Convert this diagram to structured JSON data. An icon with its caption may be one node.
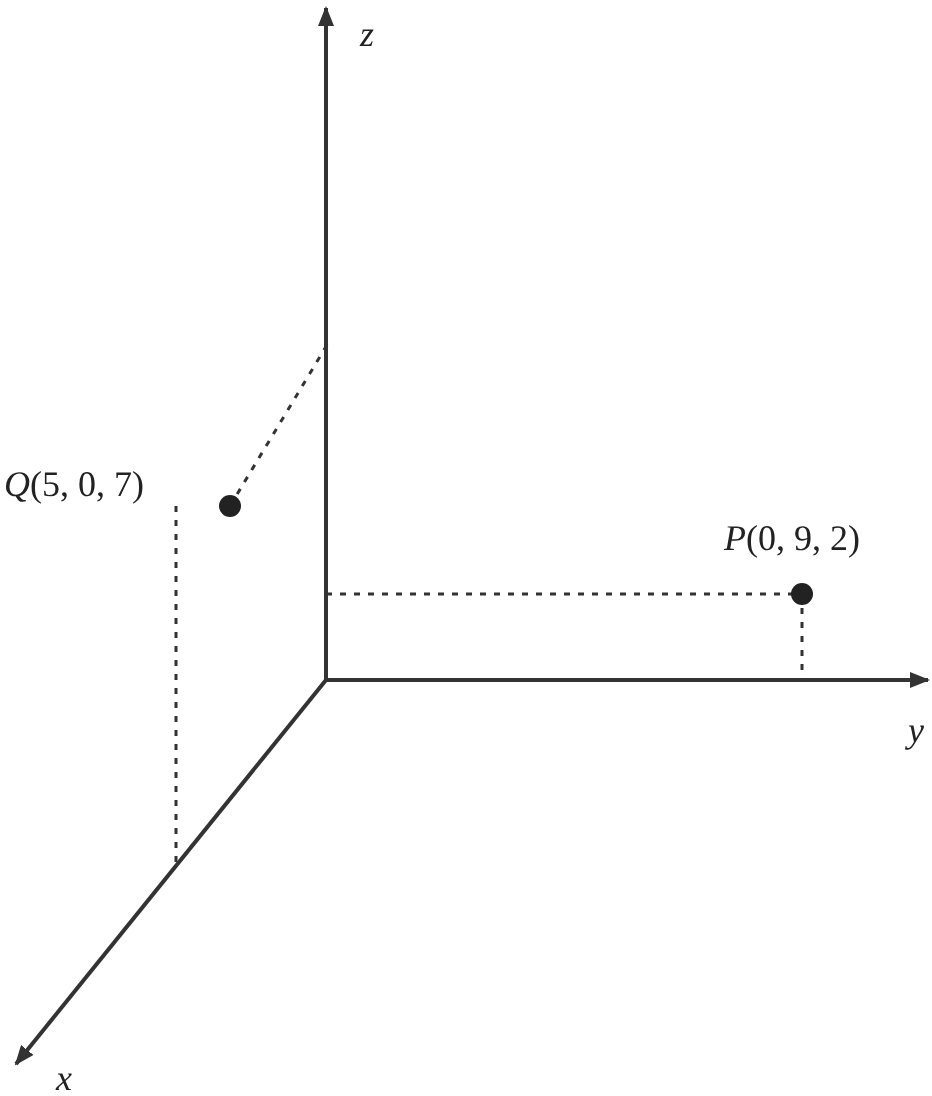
{
  "diagram": {
    "labels": [
      "z",
      "*Q*(5, 0, 7)",
      "*P*(0, 9, 2)",
      "y",
      "x"
    ]
  }
}
